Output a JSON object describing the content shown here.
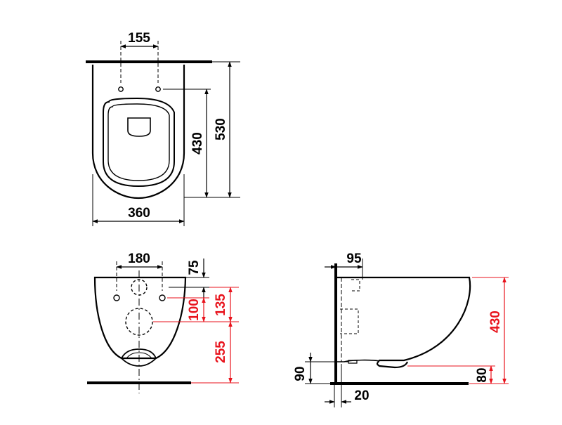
{
  "colors": {
    "line": "#000000",
    "dimension_black": "#000000",
    "dimension_red": "#e8131c",
    "background": "#ffffff"
  },
  "top_view": {
    "dim_hole_spacing": "155",
    "dim_width": "360",
    "dim_hole_to_front": "430",
    "dim_total_length": "530"
  },
  "front_view": {
    "dim_hole_spacing": "180",
    "dim_top_to_upper_hole": "75",
    "dim_hole_to_outlet": "100",
    "dim_top_to_outlet": "135",
    "dim_outlet_to_floor": "255"
  },
  "side_view": {
    "dim_wall_to_inlet": "95",
    "dim_height": "430",
    "dim_base_height": "90",
    "dim_base_red": "80",
    "dim_wall_thickness": "20"
  }
}
